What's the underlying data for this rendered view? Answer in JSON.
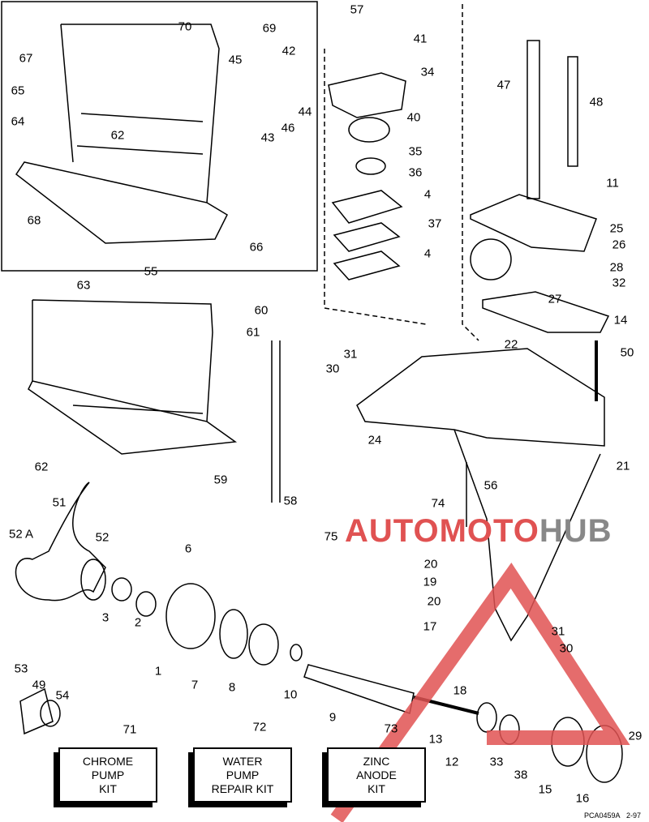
{
  "labels": {
    "box": [
      "69",
      "70",
      "67",
      "42",
      "45",
      "65",
      "44",
      "46",
      "43",
      "64",
      "62",
      "68",
      "66"
    ],
    "pump": [
      "57",
      "41",
      "34",
      "40",
      "35",
      "36",
      "4",
      "37",
      "4"
    ],
    "driveshaft": [
      "47",
      "48",
      "11",
      "25",
      "26",
      "28",
      "32",
      "27",
      "14"
    ],
    "exhaust": [
      "55",
      "63",
      "60",
      "61",
      "62",
      "59",
      "58"
    ],
    "gearcase": [
      "22",
      "31",
      "30",
      "50",
      "24",
      "74",
      "56",
      "21",
      "75"
    ],
    "lower": [
      "51",
      "52 A",
      "52",
      "6",
      "20",
      "19",
      "20",
      "17",
      "31",
      "30",
      "3",
      "2",
      "1",
      "7",
      "8",
      "10",
      "53",
      "49",
      "54",
      "9",
      "18",
      "13",
      "12",
      "33",
      "38",
      "15",
      "16",
      "29",
      "71",
      "72",
      "73"
    ]
  },
  "kits": {
    "chrome": [
      "CHROME",
      "PUMP",
      "KIT"
    ],
    "water": [
      "WATER",
      "PUMP",
      "REPAIR KIT"
    ],
    "zinc": [
      "ZINC",
      "ANODE",
      "KIT"
    ]
  },
  "footer": {
    "code": "PCA0459A",
    "date": "2-97"
  },
  "watermark": {
    "text_a": "AUTOMOTO",
    "text_b": "HUB",
    "color": "#e05252"
  }
}
